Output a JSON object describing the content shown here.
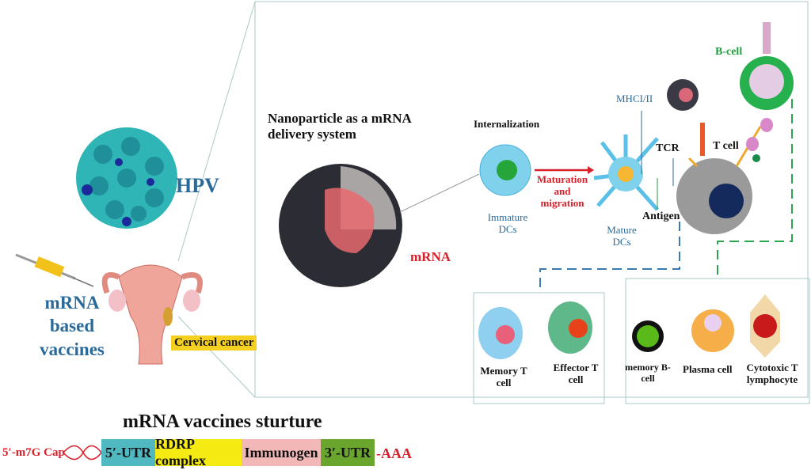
{
  "left": {
    "virus_label": "HPV",
    "vaccine_label": "mRNA based vaccines",
    "cancer_label": "Cervical cancer"
  },
  "nanoparticle": {
    "title": "Nanoparticle as a mRNA delivery system",
    "mrna_label": "mRNA"
  },
  "pathway": {
    "internalization": "Internalization",
    "immature_dcs": "Immature DCs",
    "maturation": "Maturation and migration",
    "mhc": "MHCI/II",
    "tcr": "TCR",
    "antigen": "Antigen",
    "mature_dcs": "Mature DCs",
    "t_cell": "T cell",
    "b_cell": "B-cell"
  },
  "t_outcomes": {
    "memory_t": "Memory T cell",
    "effector_t": "Effector T cell"
  },
  "b_outcomes": {
    "memory_b": "memory B-cell",
    "plasma": "Plasma cell",
    "cytotoxic": "Cytotoxic T lymphocyte"
  },
  "structure": {
    "title": "mRNA  vaccines sturture",
    "cap": "5′-m7G Cap",
    "segments": [
      {
        "label": "5′-UTR",
        "color": "#4fb8c0"
      },
      {
        "label": "RDRP complex",
        "color": "#f5ea12"
      },
      {
        "label": "Immunogen",
        "color": "#f2b8b8"
      },
      {
        "label": "3′-UTR",
        "color": "#6aa62e"
      }
    ],
    "tail": "-AAA"
  }
}
